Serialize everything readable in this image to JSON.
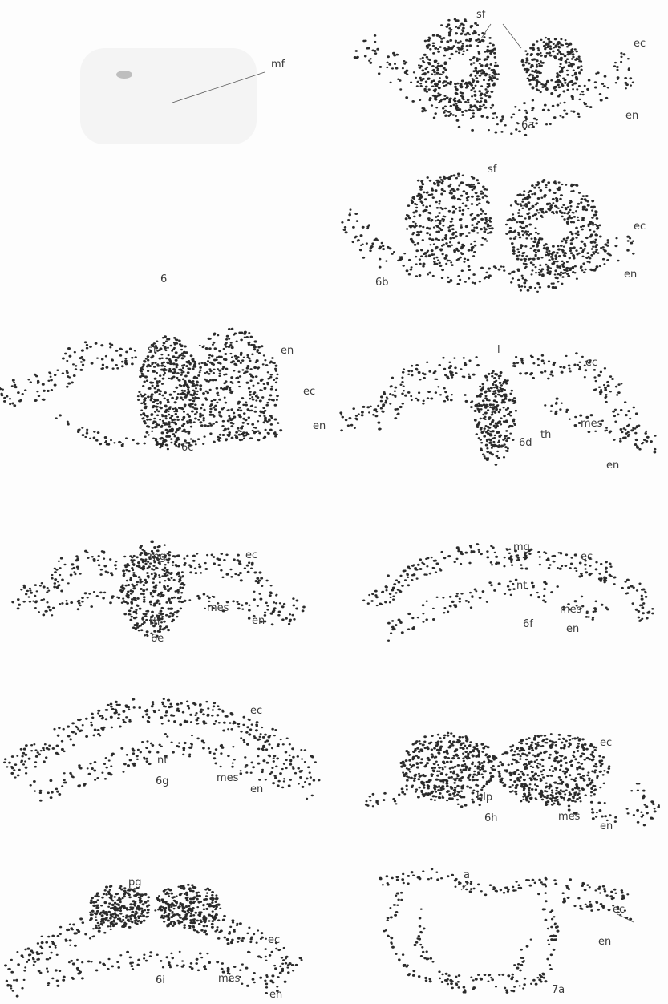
{
  "figures": [
    {
      "id": "6",
      "caption": "6",
      "labels": [
        "mf"
      ]
    },
    {
      "id": "6a",
      "caption": "6a",
      "labels": [
        "sf",
        "ec",
        "en"
      ]
    },
    {
      "id": "6b",
      "caption": "6b",
      "labels": [
        "sf",
        "ec",
        "en"
      ]
    },
    {
      "id": "6c",
      "caption": "6c",
      "labels": [
        "sf",
        "en",
        "ec",
        "en"
      ]
    },
    {
      "id": "6d",
      "caption": "6d",
      "labels": [
        "l",
        "ec",
        "mes",
        "th",
        "en"
      ]
    },
    {
      "id": "6e",
      "caption": "6e",
      "labels": [
        "mg",
        "ec",
        "mes",
        "th",
        "en"
      ]
    },
    {
      "id": "6f",
      "caption": "6f",
      "labels": [
        "mg",
        "ec",
        "nt",
        "mes",
        "en"
      ]
    },
    {
      "id": "6g",
      "caption": "6g",
      "labels": [
        "ec",
        "nt",
        "mes",
        "en"
      ]
    },
    {
      "id": "6h",
      "caption": "6h",
      "labels": [
        "ec",
        "blp",
        "mes",
        "en"
      ]
    },
    {
      "id": "6i",
      "caption": "6i",
      "labels": [
        "pg",
        "ec",
        "mes",
        "en"
      ]
    },
    {
      "id": "7a",
      "caption": "7a",
      "labels": [
        "a",
        "ec",
        "en"
      ]
    }
  ]
}
